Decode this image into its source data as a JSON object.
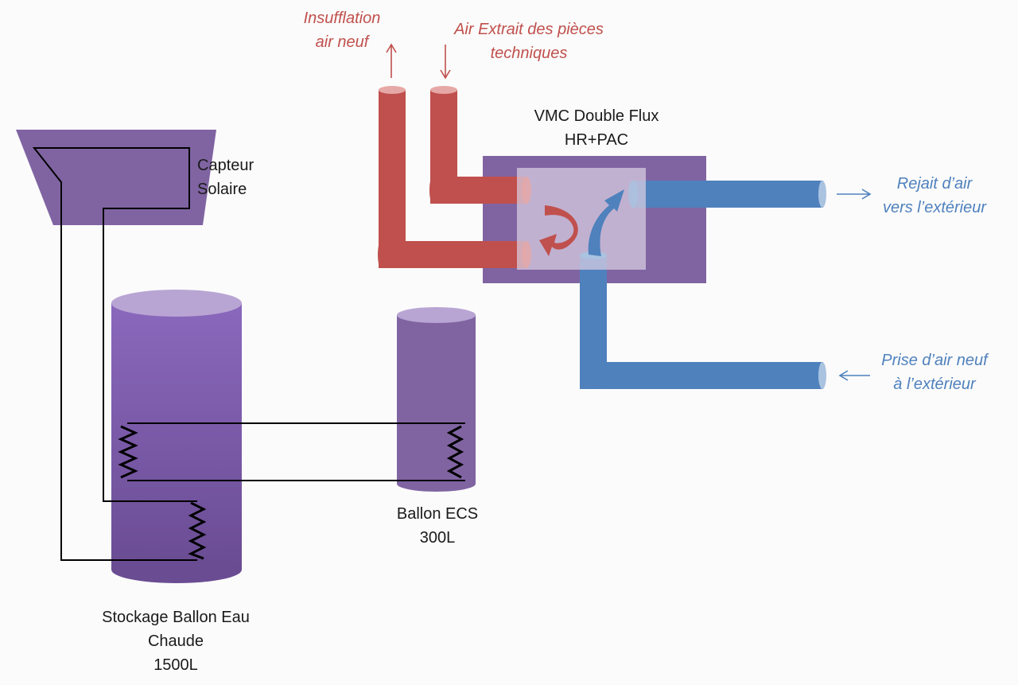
{
  "colors": {
    "purple": "#8064a2",
    "purple_light": "#b9a5d4",
    "duct_red": "#c0504d",
    "duct_blue": "#4f81bd",
    "core_overlay": "#d9cfe2"
  },
  "labels": {
    "solar_collector": [
      "Capteur",
      "Solaire"
    ],
    "storage_tank": [
      "Stockage Ballon Eau",
      "Chaude",
      "1500L"
    ],
    "dhw_tank": [
      "Ballon ECS",
      "300L"
    ],
    "vmc": [
      "VMC Double Flux",
      "HR+PAC"
    ],
    "supply_air": [
      "Insufflation",
      "air neuf"
    ],
    "extract_air": [
      "Air Extrait des pièces",
      "techniques"
    ],
    "exhaust_air": [
      "Rejait d’air",
      "vers l’extérieur"
    ],
    "fresh_air": [
      "Prise d’air neuf",
      "à l’extérieur"
    ]
  }
}
